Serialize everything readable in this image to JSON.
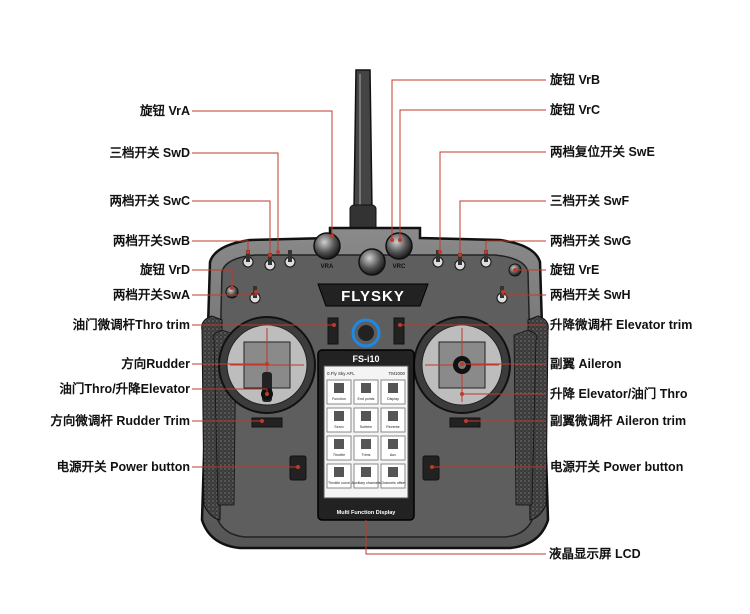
{
  "device": {
    "brand": "FLYSKY",
    "model": "FS-i10",
    "screen_caption": "Multi Function Display",
    "knob_left": "VRA",
    "knob_right": "VRC",
    "switch_marks": [
      "SWD",
      "SWC",
      "SWB",
      "VRD",
      "SWA",
      "SWE",
      "SWF",
      "SWG",
      "VRE",
      "SWH"
    ],
    "screen_header": [
      "0.Fly Sky   AFL",
      "TM1000"
    ],
    "screen_tiles": [
      "Function",
      "End points",
      "Display",
      "Servo",
      "Subtrim",
      "Reverse",
      "Throttle",
      "Trims",
      "Aux",
      "Throttle curve",
      "Auxiliary channels",
      "Channels offset"
    ]
  },
  "labels_left": [
    "旋钮 VrA",
    "三档开关 SwD",
    "两档开关 SwC",
    "两档开关SwB",
    "旋钮 VrD",
    "两档开关SwA",
    "油门微调杆Thro trim",
    "方向Rudder",
    "油门Thro/升降Elevator",
    "方向微调杆 Rudder Trim",
    "电源开关 Power button"
  ],
  "labels_right": [
    "旋钮 VrB",
    "旋钮 VrC",
    "两档复位开关 SwE",
    "三档开关 SwF",
    "两档开关 SwG",
    "旋钮 VrE",
    "两档开关 SwH",
    "升降微调杆 Elevator trim",
    "副翼 Aileron",
    "升降 Elevator/油门  Thro",
    "副翼微调杆 Aileron trim",
    "电源开关 Power button"
  ],
  "label_bottom": "液晶显示屏 LCD",
  "colors": {
    "leader": "#c0392b",
    "body": "#6b6b6b",
    "body_dark": "#2a2a2a",
    "label": "#111111"
  }
}
